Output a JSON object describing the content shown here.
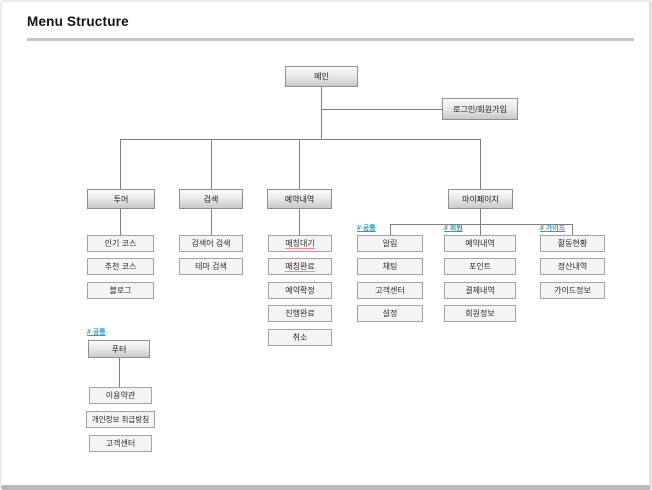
{
  "page": {
    "title": "Menu Structure"
  },
  "colors": {
    "accent_label": "#359ac2",
    "connector_line": "#7f7f7f",
    "spellcheck_underline": "#ff8a8a",
    "node_border": "#8f8f8f",
    "node_fill_top": "#fcfcfc",
    "node_fill_bottom": "#c9c9c9",
    "leaf_fill": "#f4f4f4"
  },
  "tree": {
    "main": "메인",
    "login": "로그인/회원가입",
    "tour": {
      "label": "투어",
      "children": [
        "인기 코스",
        "추천 코스",
        "블로그"
      ]
    },
    "search": {
      "label": "검색",
      "children": [
        "검색어 검색",
        "테마 검색"
      ]
    },
    "reservation": {
      "label": "예약내역",
      "children": [
        "매칭대기",
        "매칭완료",
        "예약확정",
        "진행완료",
        "취소"
      ]
    },
    "mypage": {
      "label": "마이페이지",
      "groups": [
        {
          "tag": "# 공통",
          "items": [
            "알림",
            "채팅",
            "고객센터",
            "설정"
          ]
        },
        {
          "tag": "# 회원",
          "items": [
            "예약내역",
            "포인트",
            "결제내역",
            "회원정보"
          ]
        },
        {
          "tag": "# 가이드",
          "items": [
            "활동현황",
            "정산내역",
            "가이드정보"
          ]
        }
      ]
    },
    "footer": {
      "tag": "# 공통",
      "label": "푸터",
      "children": [
        "이용약관",
        "개인정보 취급방침",
        "고객센터"
      ]
    }
  }
}
